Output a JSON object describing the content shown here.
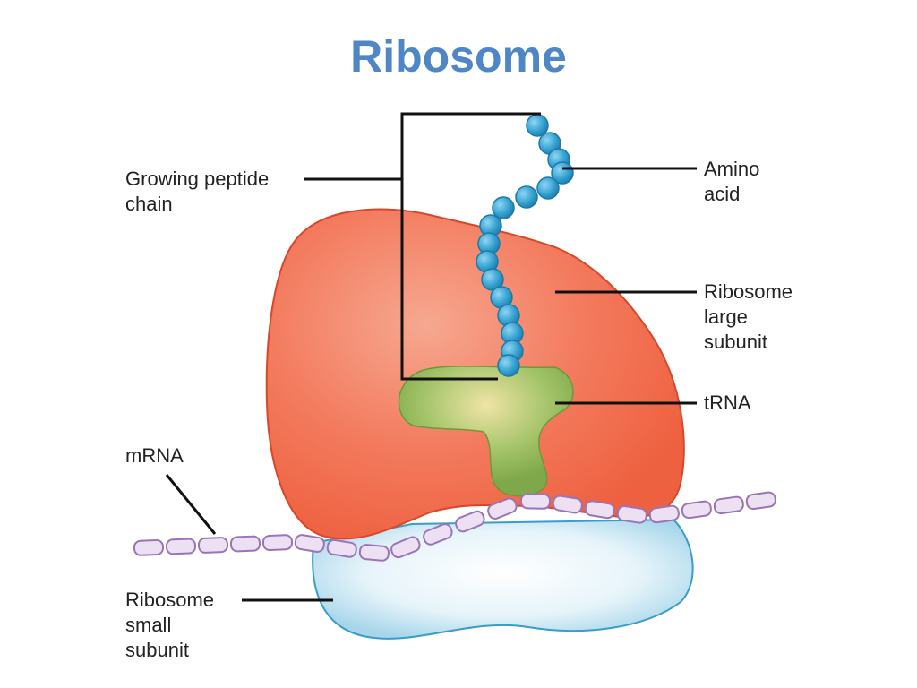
{
  "title": "Ribosome",
  "labels": {
    "peptide_line1": "Growing peptide",
    "peptide_line2": "chain",
    "amino_line1": "Amino",
    "amino_line2": "acid",
    "large_line1": "Ribosome",
    "large_line2": "large",
    "large_line3": "subunit",
    "trna": "tRNA",
    "mrna": "mRNA",
    "small_line1": "Ribosome",
    "small_line2": "small",
    "small_line3": "subunit"
  },
  "colors": {
    "title": "#4f86c6",
    "large_subunit": "#f26b4f",
    "small_subunit": "#bfe3f0",
    "trna": "#8fb65a",
    "amino_acid": "#3aa6d6",
    "mrna": "#e6d7ee"
  }
}
